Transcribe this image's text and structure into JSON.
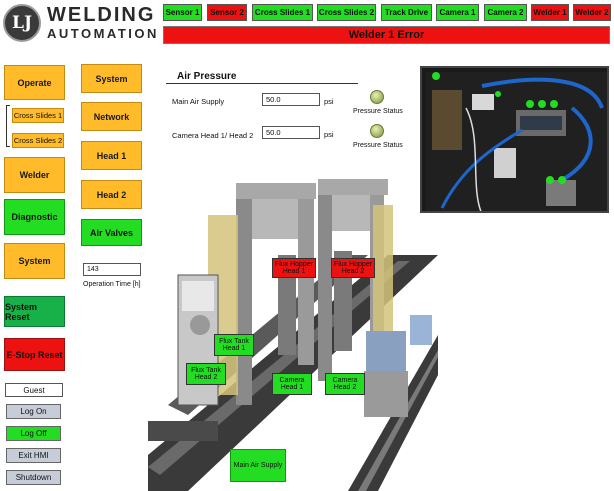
{
  "logo": {
    "initials": "LJ",
    "line1": "WELDING",
    "line2": "AUTOMATION"
  },
  "status_buttons": [
    {
      "label": "Sensor 1",
      "state": "ok"
    },
    {
      "label": "Sensor 2",
      "state": "error"
    },
    {
      "label": "Cross Slides 1",
      "state": "ok"
    },
    {
      "label": "Cross Slides 2",
      "state": "ok"
    },
    {
      "label": "Track Drive",
      "state": "ok"
    },
    {
      "label": "Camera 1",
      "state": "ok"
    },
    {
      "label": "Camera 2",
      "state": "ok"
    },
    {
      "label": "Welder 1",
      "state": "error"
    },
    {
      "label": "Welder 2",
      "state": "error"
    }
  ],
  "error_banner": "Welder 1 Error",
  "left_nav": {
    "operate": "Operate",
    "cross_slides_1": "Cross Slides 1",
    "cross_slides_2": "Cross Slides 2",
    "welder": "Welder",
    "diagnostic": "Diagnostic",
    "system": "System",
    "system_reset": "System Reset",
    "estop_reset": "E-Stop Reset",
    "user": "Guest",
    "log_on": "Log On",
    "log_off": "Log Off",
    "exit_hmi": "Exit HMI",
    "shutdown": "Shutdown"
  },
  "sub_nav": {
    "system": "System",
    "network": "Network",
    "head1": "Head 1",
    "head2": "Head 2",
    "air_valves": "Air Valves"
  },
  "operation_time": {
    "value": "143",
    "label": "Operation Time [h]"
  },
  "air_pressure": {
    "title": "Air Pressure",
    "main_supply_label": "Main Air Supply",
    "main_supply_value": "50.0",
    "camera_label": "Camera Head 1/ Head 2",
    "camera_value": "50.0",
    "unit": "psi",
    "status_label": "Pressure Status"
  },
  "machine_labels": {
    "flux_hopper_1": "Flux Hopper\nHead 1",
    "flux_hopper_2": "Flux Hopper\nHead 2",
    "flux_tank_1": "Flux Tank\nHead 1",
    "flux_tank_2": "Flux Tank\nHead 2",
    "camera_1": "Camera\nHead 1",
    "camera_2": "Camera\nHead 2",
    "main_air": "Main Air Supply"
  },
  "colors": {
    "ok": "#22dd22",
    "error": "#ee1111",
    "nav": "#ffbb2a"
  }
}
